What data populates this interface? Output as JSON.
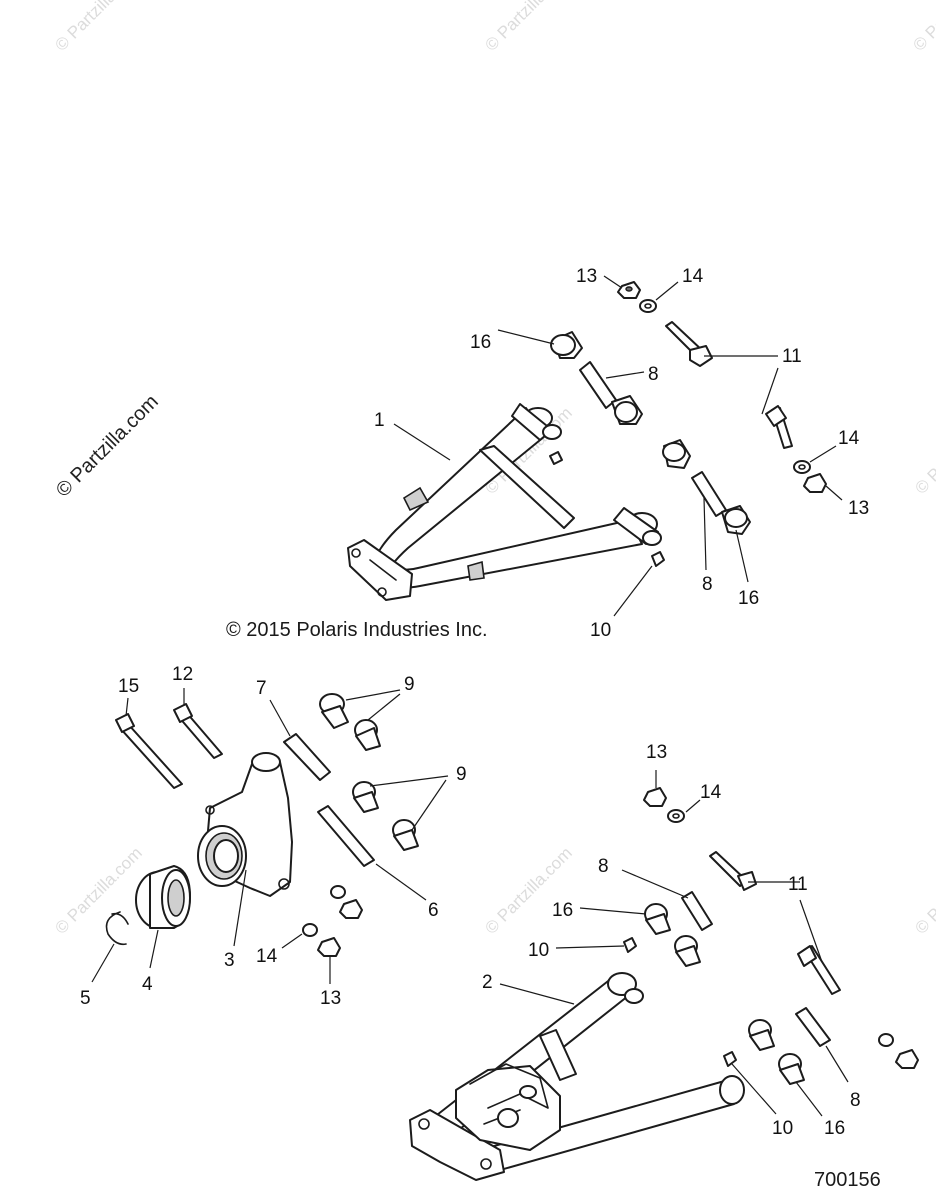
{
  "watermark": "© Partzilla.com",
  "copyright": "© 2015 Polaris Industries Inc.",
  "figure_number": "700156",
  "callouts": {
    "c1": "1",
    "c2": "2",
    "c3": "3",
    "c4": "4",
    "c5": "5",
    "c6": "6",
    "c7": "7",
    "c8a": "8",
    "c8b": "8",
    "c8c": "8",
    "c8d": "8",
    "c9a": "9",
    "c9b": "9",
    "c10a": "10",
    "c10b": "10",
    "c10c": "10",
    "c11a": "11",
    "c11b": "11",
    "c12": "12",
    "c13a": "13",
    "c13b": "13",
    "c13c": "13",
    "c13d": "13",
    "c14a": "14",
    "c14b": "14",
    "c14c": "14",
    "c14d": "14",
    "c15": "15",
    "c16a": "16",
    "c16b": "16",
    "c16c": "16",
    "c16d": "16"
  }
}
